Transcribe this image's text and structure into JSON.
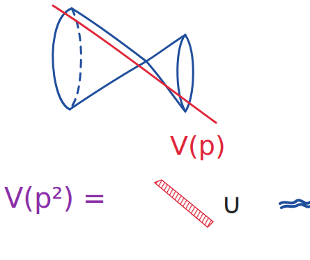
{
  "diagram": {
    "labels": [
      "V(p)",
      "V(p²) =",
      "∪"
    ]
  }
}
